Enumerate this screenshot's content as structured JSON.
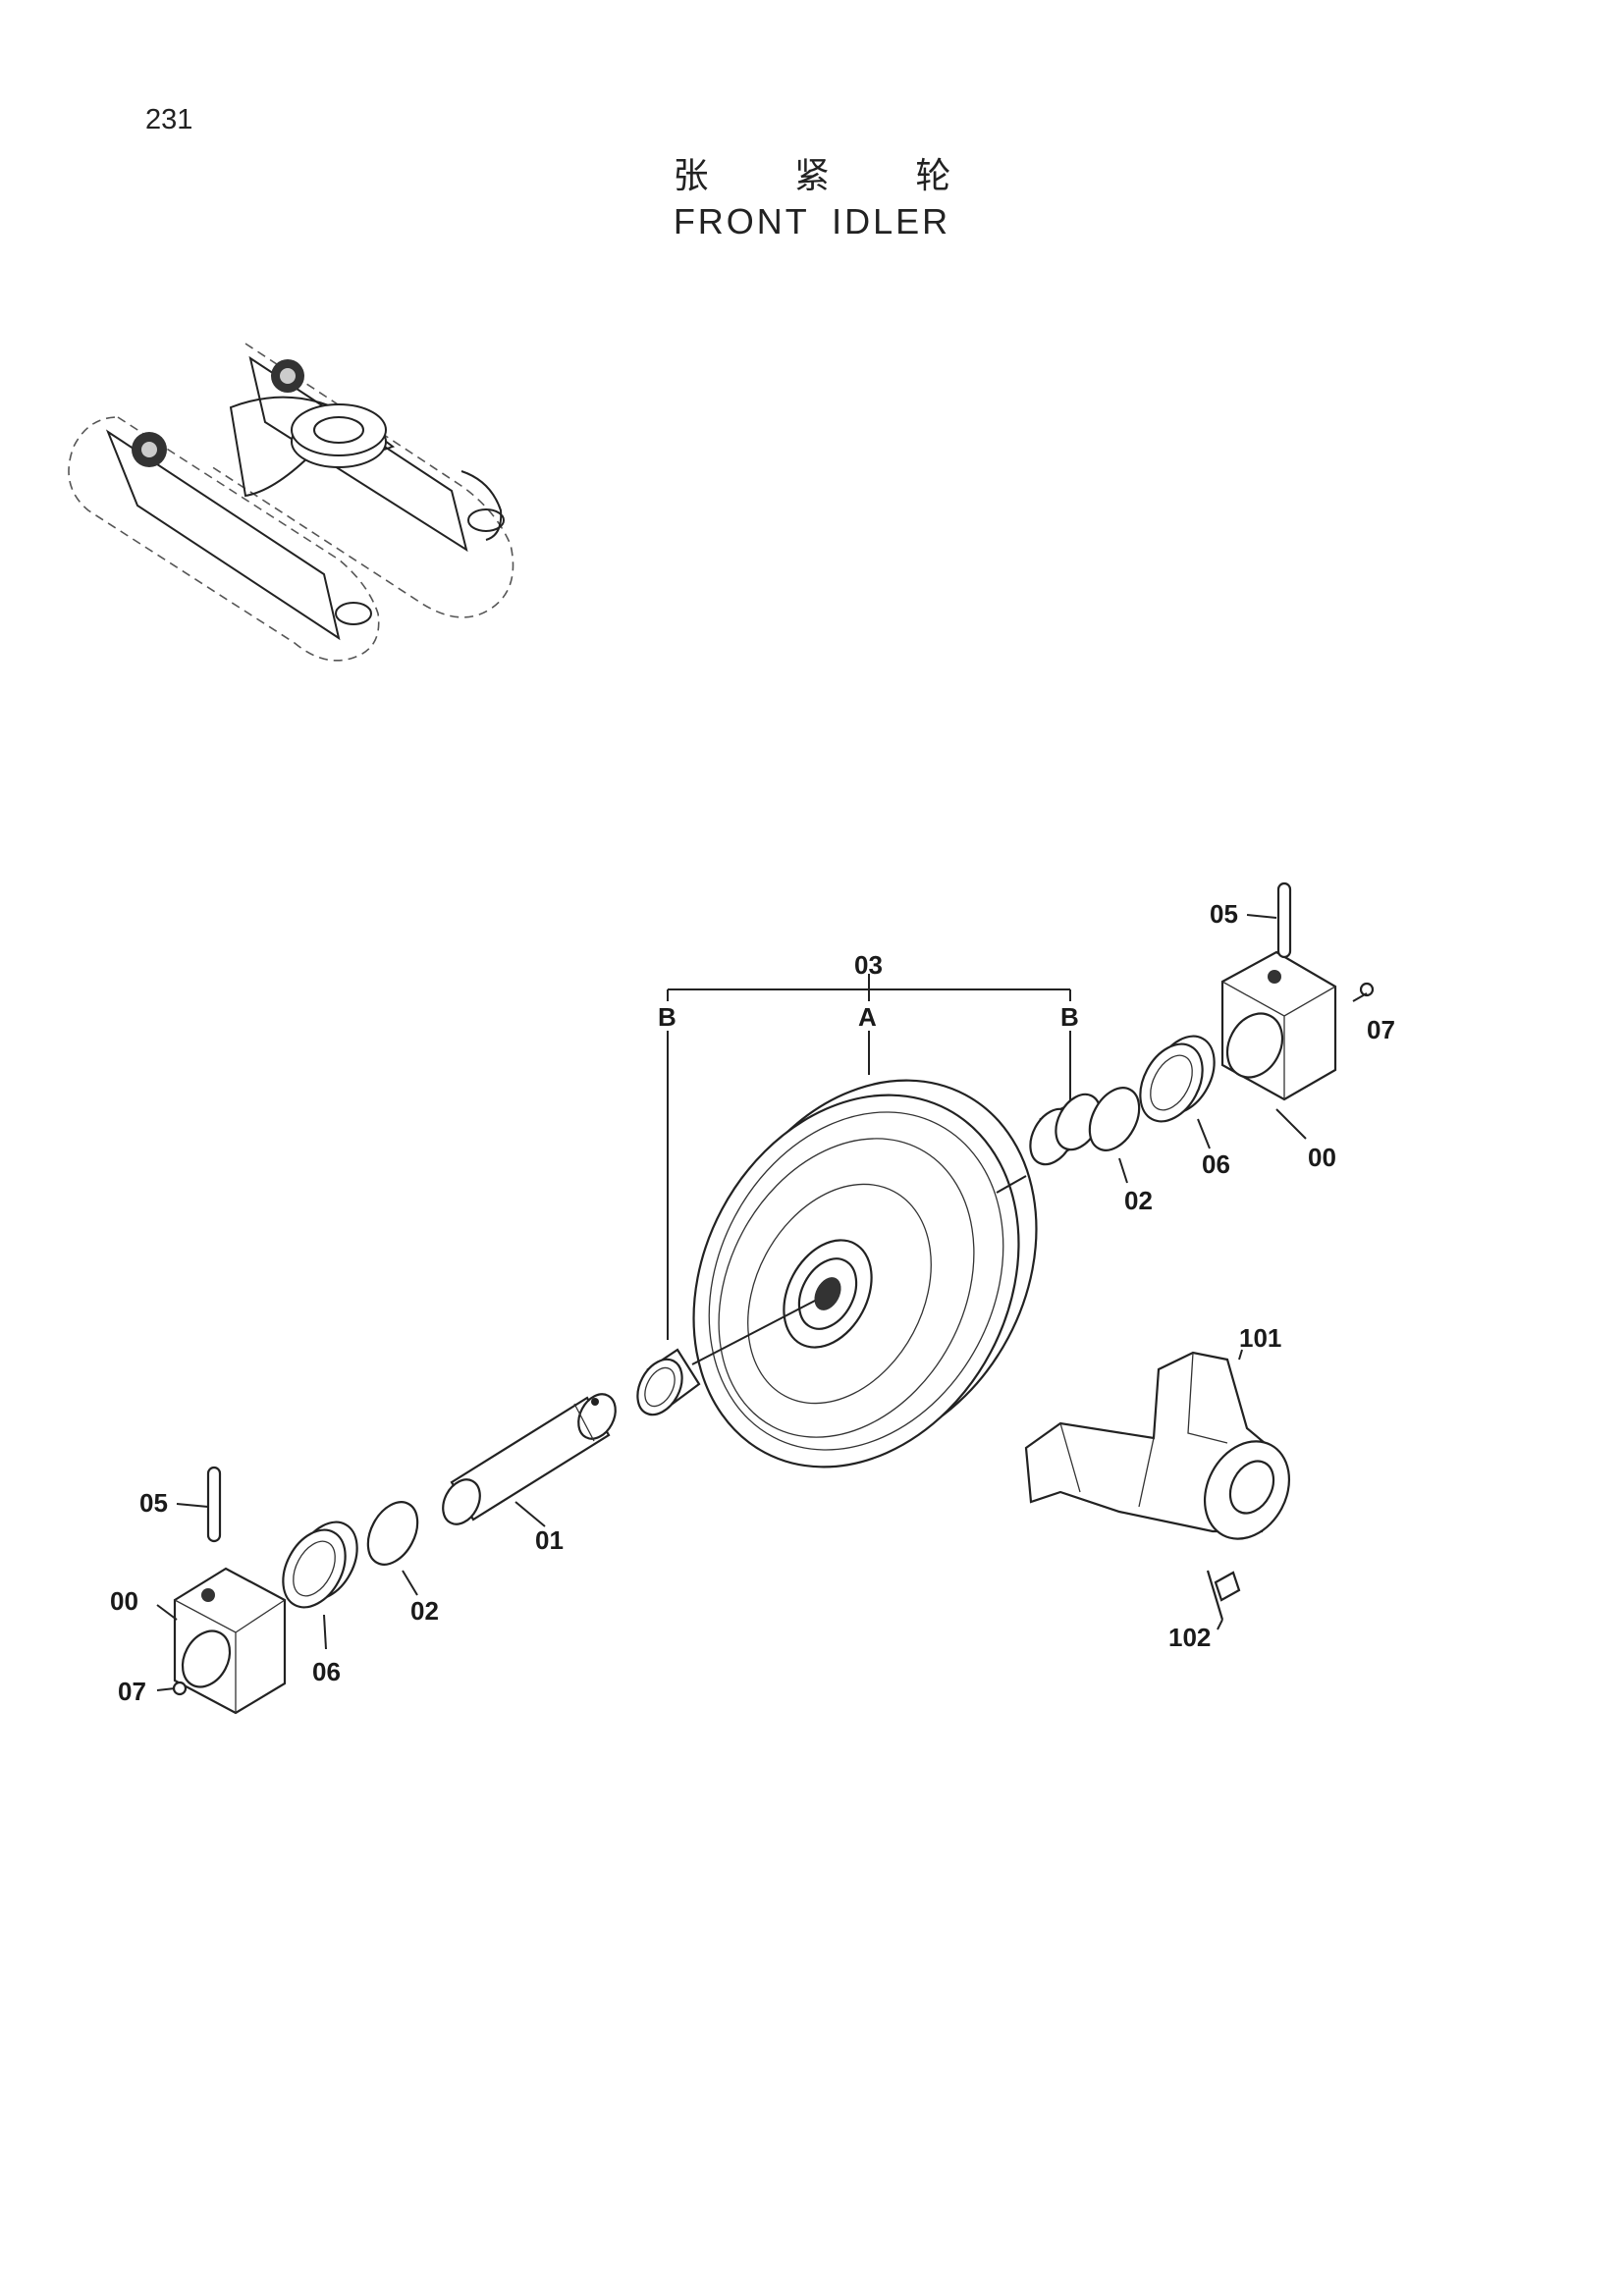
{
  "page": {
    "number": "231"
  },
  "title": {
    "chinese": "张 紧 轮",
    "english": "FRONT IDLER"
  },
  "callouts": {
    "c03": "03",
    "cA": "A",
    "cB1": "B",
    "cB2": "B",
    "c05r": "05",
    "c07r": "07",
    "c00r": "00",
    "c06r": "06",
    "c02r": "02",
    "c101": "101",
    "c102": "102",
    "c01": "01",
    "c05l": "05",
    "c00l": "00",
    "c07l": "07",
    "c06l": "06",
    "c02l": "02"
  }
}
